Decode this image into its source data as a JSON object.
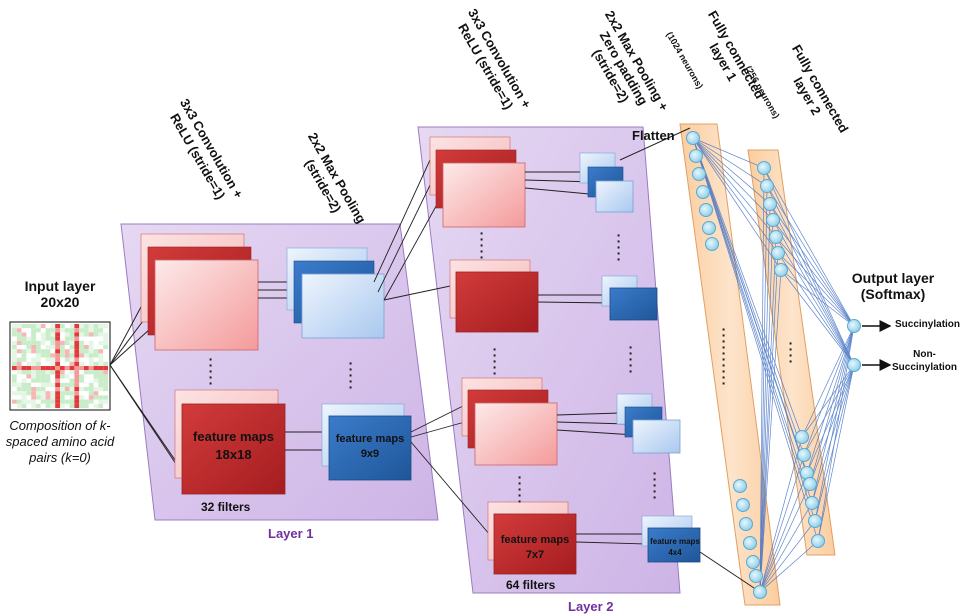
{
  "input": {
    "title_line1": "Input layer",
    "title_line2": "20x20",
    "caption_line1": "Composition of k-",
    "caption_line2": "spaced amino acid",
    "caption_line3": "pairs (k=0)"
  },
  "layer1": {
    "conv_line1": "3x3 Convolution +",
    "conv_line2": "ReLU (stride=1)",
    "pool_line1": "2x2 Max Pooling",
    "pool_line2": "(stride=2)",
    "fm_conv_label": "feature maps",
    "fm_conv_size": "18x18",
    "fm_pool_label": "feature maps",
    "fm_pool_size": "9x9",
    "filters": "32 filters",
    "name": "Layer 1"
  },
  "layer2": {
    "conv_line1": "3x3 Convolution +",
    "conv_line2": "ReLU (stride=1)",
    "pool_line1": "2x2 Max Pooling +",
    "pool_line2": "Zero padding",
    "pool_line3": "(stride=2)",
    "fm_conv_label": "feature maps",
    "fm_conv_size": "7x7",
    "fm_pool_label": "feature maps",
    "fm_pool_size": "4x4",
    "filters": "64 filters",
    "name": "Layer 2"
  },
  "flatten": "Flatten",
  "fc1": {
    "line1": "Fully connected",
    "line2": "layer 1",
    "neurons": "(1024 neurons)"
  },
  "fc2": {
    "line1": "Fully connected",
    "line2": "layer 2",
    "neurons": "(256 neurons)"
  },
  "output": {
    "title_line1": "Output layer",
    "title_line2": "(Softmax)",
    "class1": "Succinylation",
    "class2_line1": "Non-",
    "class2_line2": "Succinylation"
  },
  "ellipsis_h": "…..",
  "colors": {
    "layer_panel": "#dccbee",
    "fc_panel": "#fbd5b0",
    "red_dark": "#c0282a",
    "red_light": "#fbd9d9",
    "blue_dark": "#2e6bb5",
    "blue_light": "#dce9f9",
    "neuron": "#a8dcef",
    "label_purple": "#7030a0",
    "connection": "#4472c4"
  }
}
